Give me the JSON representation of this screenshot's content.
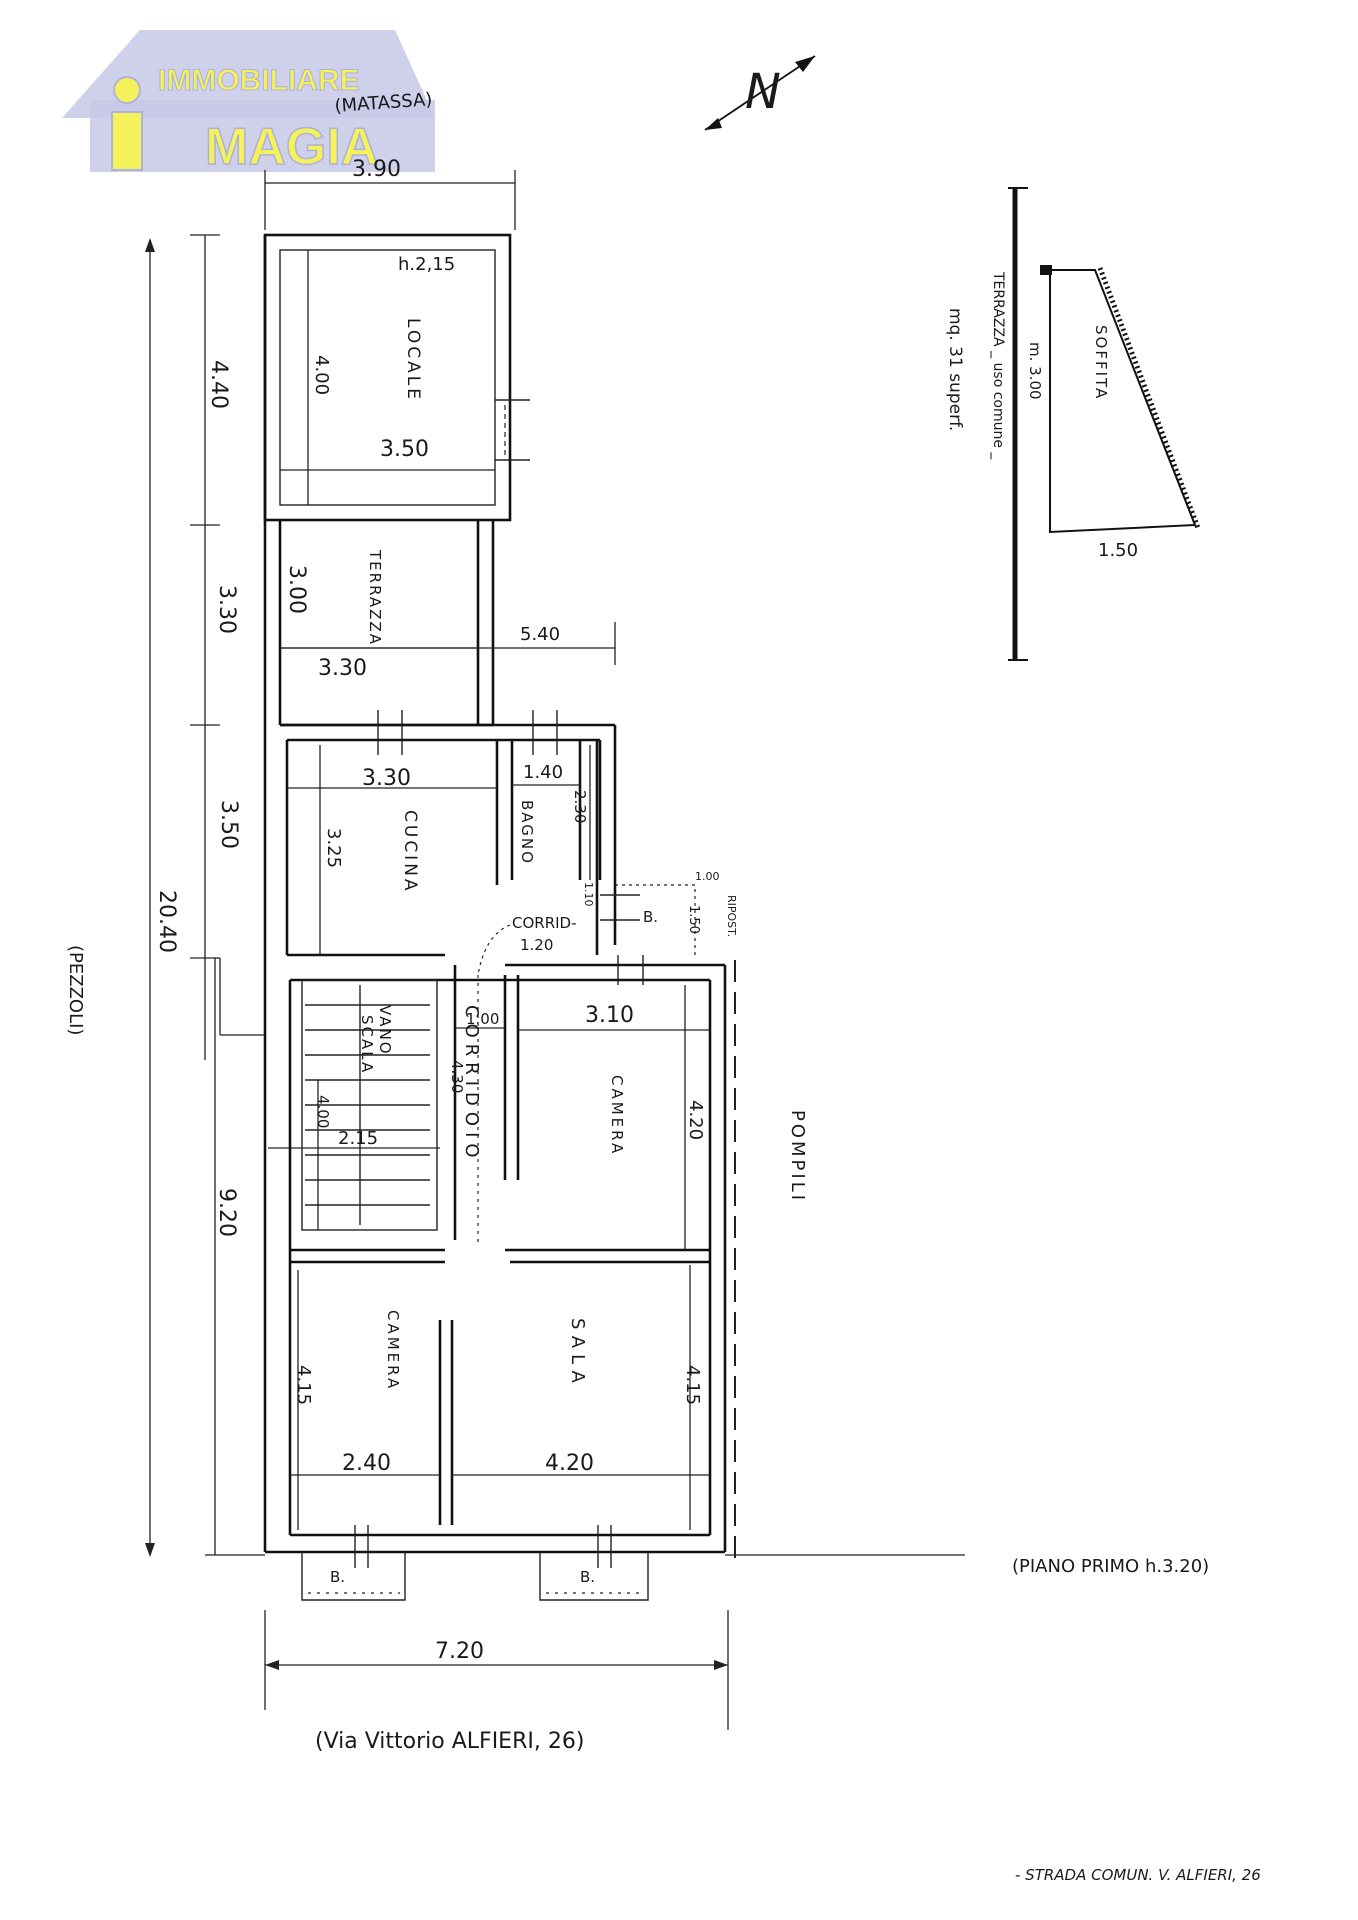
{
  "logo": {
    "line1": "IMMOBILIARE",
    "line2": "MAGIA",
    "colors": {
      "house": "#b9bce0",
      "text_fill": "#f4f15a",
      "text_stroke": "#b9bce0"
    }
  },
  "north_symbol": "N",
  "neighbors": {
    "top": "(MATASSA)",
    "left": "(PEZZOLI)",
    "right": "POMPILI"
  },
  "rooms": {
    "locale": {
      "name": "LOCALE",
      "height_label": "h.2,15"
    },
    "terrazza": "TERRAZZA",
    "cucina": "CUCINA",
    "bagno": "BAGNO",
    "corridoio_short": {
      "name": "CORRID-",
      "width": "1.20"
    },
    "vano_scala": {
      "name1": "VANO",
      "name2": "SCALA"
    },
    "corridoio": "CORRIDOIO",
    "camera_1": "CAMERA",
    "camera_2": "CAMERA",
    "sala": "SALA",
    "balcony": "B.",
    "riposto": "RIPOST."
  },
  "dimensions": {
    "top_width": "3.90",
    "locale_depth": "4.00",
    "locale_width": "3.50",
    "locale_left": "4.40",
    "terrazza_depth": "3.00",
    "terrazza_width": "3.30",
    "terrazza_left": "3.30",
    "terrazza_ext": "5.40",
    "cucina_width": "3.30",
    "cucina_depth": "3.25",
    "cucina_left": "3.50",
    "bagno_width": "1.40",
    "bagno_depth": "2.30",
    "bagno_small": "1.10",
    "riposto_w": "1.00",
    "riposto_d": "1.50",
    "total_depth": "20.40",
    "corridor_width": "1.00",
    "corridor_length": "4.30",
    "camera_width": "3.10",
    "camera_depth": "4.20",
    "stair_depth": "4.00",
    "stair_width": "2.15",
    "front_block": "9.20",
    "camera2_depth": "4.15",
    "camera2_width": "2.40",
    "sala_width": "4.20",
    "sala_depth": "4.15",
    "total_width": "7.20"
  },
  "section": {
    "terrace_note_1": "TERRAZZA _ uso comune _",
    "terrace_note_2": "mq. 31 superf.",
    "height": "m. 3.00",
    "width": "1.50",
    "label": "SOFFITA"
  },
  "floor_note": "(PIANO PRIMO h.3.20)",
  "address": "(Via Vittorio ALFIERI, 26)",
  "footer": "- STRADA COMUN. V. ALFIERI, 26"
}
